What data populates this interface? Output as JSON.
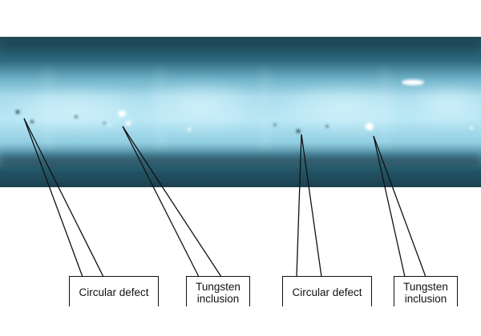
{
  "callouts": [
    {
      "label": "Circular defect"
    },
    {
      "label": "Tungsten\ninclusion"
    },
    {
      "label": "Circular defect"
    },
    {
      "label": "Tungsten\ninclusion"
    }
  ],
  "colors": {
    "film_dark": "#1e4556",
    "film_mid": "#3d7f96",
    "weld_bright": "#c3ecf8",
    "defect_dark": "#1a2f38",
    "inclusion_white": "#ffffff",
    "leader_line": "#111111"
  }
}
